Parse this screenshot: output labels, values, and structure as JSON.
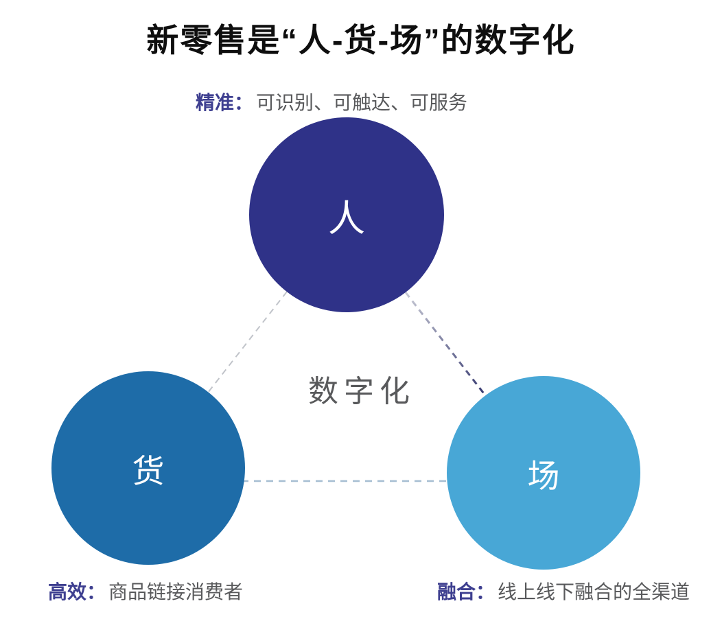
{
  "title": "新零售是“人-货-场”的数字化",
  "center": {
    "label": "数字化"
  },
  "nodes": [
    {
      "id": "person",
      "label": "人",
      "color": "#2F3288",
      "annotation": {
        "prefix": "精准：",
        "text": "可识别、可触达、可服务"
      }
    },
    {
      "id": "goods",
      "label": "货",
      "color": "#1E6CA8",
      "annotation": {
        "prefix": "高效：",
        "text": "商品链接消费者"
      }
    },
    {
      "id": "place",
      "label": "场",
      "color": "#48A7D6",
      "annotation": {
        "prefix": "融合：",
        "text": "线上线下融合的全渠道"
      }
    }
  ],
  "colors": {
    "title_text": "#0E0E0E",
    "annotation_prefix": "#3E3F90",
    "annotation_text": "#58595B",
    "center_text": "#58595B",
    "circle_text": "#FFFFFF",
    "dash_left": "#C1C4CA",
    "dash_right_top": "#C9CBD6",
    "dash_right_bottom": "#34376E",
    "dash_bottom": "#A6BED2",
    "background": "#FFFFFF"
  }
}
